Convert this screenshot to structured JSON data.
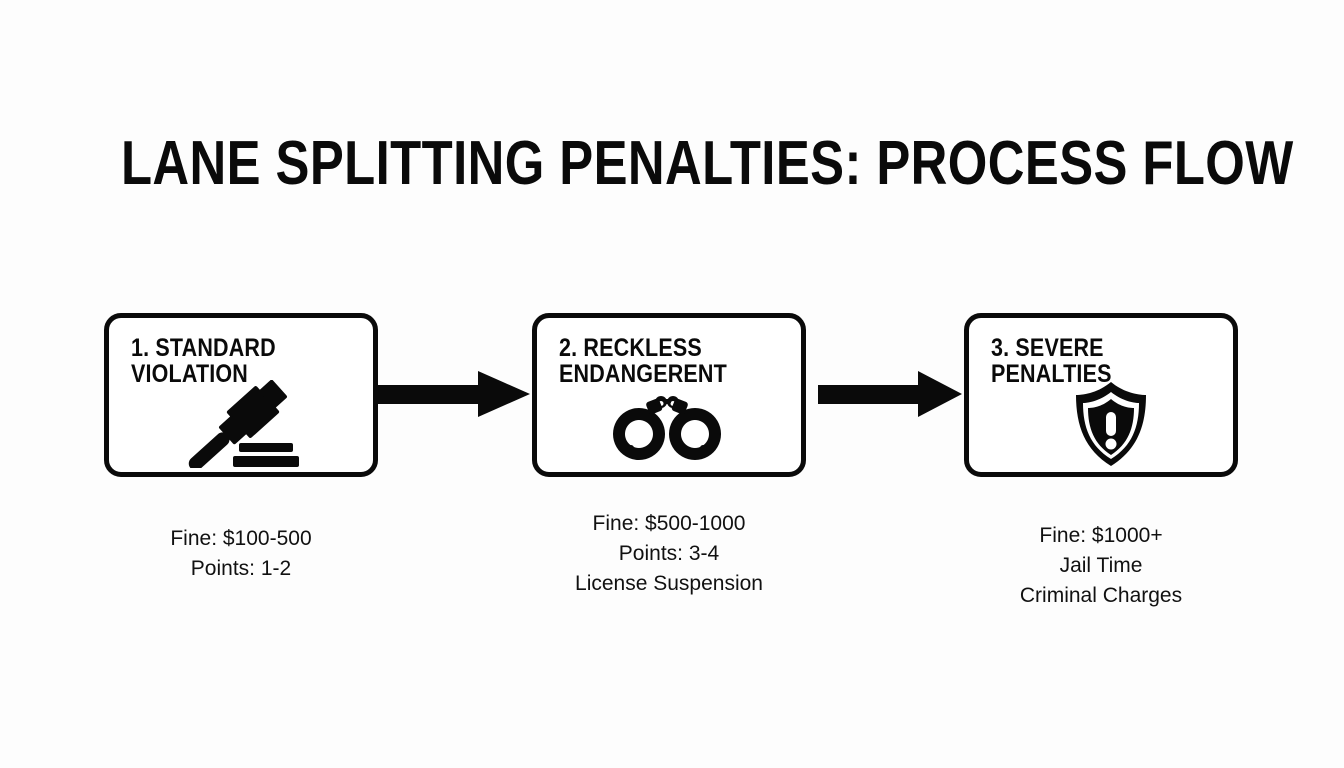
{
  "page": {
    "title": "LANE SPLITTING PENALTIES: PROCESS FLOW",
    "background_color": "#fdfdfd",
    "ink_color": "#0a0a0a"
  },
  "flow": {
    "steps": [
      {
        "label": "1. STANDARD\nVIOLATION",
        "icon": "gavel-icon",
        "caption": "Fine: $100-500\nPoints: 1-2"
      },
      {
        "label": "2. RECKLESS\nENDANGERENT",
        "icon": "handcuffs-icon",
        "caption": "Fine: $500-1000\nPoints: 3-4\nLicense Suspension"
      },
      {
        "label": "3. SEVERE\nPENALTIES",
        "icon": "shield-alert-icon",
        "caption": "Fine: $1000+\nJail Time\nCriminal Charges"
      }
    ],
    "connectors": [
      {
        "icon": "arrow-right-icon",
        "from": "1. STANDARD VIOLATION",
        "to": "2. RECKLESS ENDANGERENT"
      },
      {
        "icon": "arrow-right-icon",
        "from": "2. RECKLESS ENDANGERENT",
        "to": "3. SEVERE PENALTIES"
      }
    ]
  }
}
